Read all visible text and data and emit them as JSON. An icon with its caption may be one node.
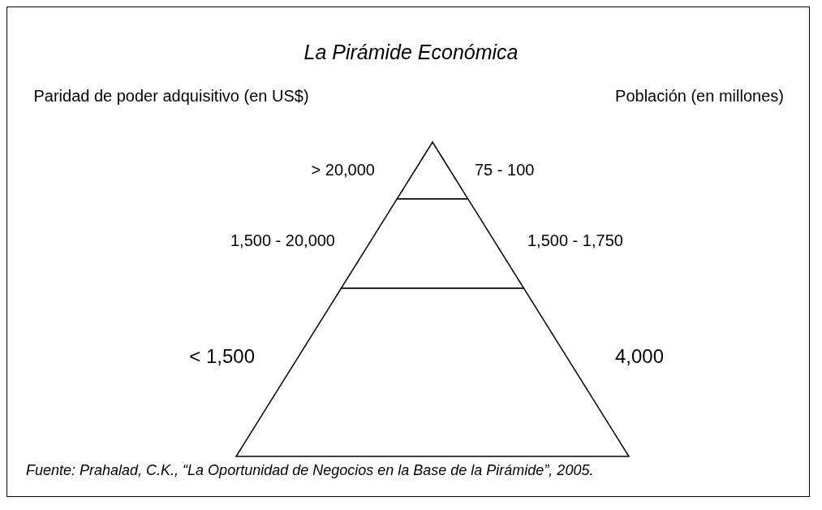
{
  "diagram": {
    "title": "La Pirámide Económica",
    "caption": "Fuente: Prahalad, C.K., “La Oportunidad de Negocios en la Base de la Pirámide”, 2005.",
    "nodes": [
      {
        "text": [],
        "shape": "triangle",
        "beside": [
          "> 20,000",
          "75 - 100"
        ]
      },
      {
        "text": [],
        "shape": "trapezoid",
        "beside": [
          "1,500 - 20,000",
          "1,500 - 1,750"
        ]
      },
      {
        "text": [],
        "shape": "trapezoid",
        "beside": [
          "< 1,500",
          "4,000"
        ]
      }
    ],
    "labels": [
      "Paridad de poder adquisitivo (en US$)",
      "Población (en millones)"
    ]
  }
}
